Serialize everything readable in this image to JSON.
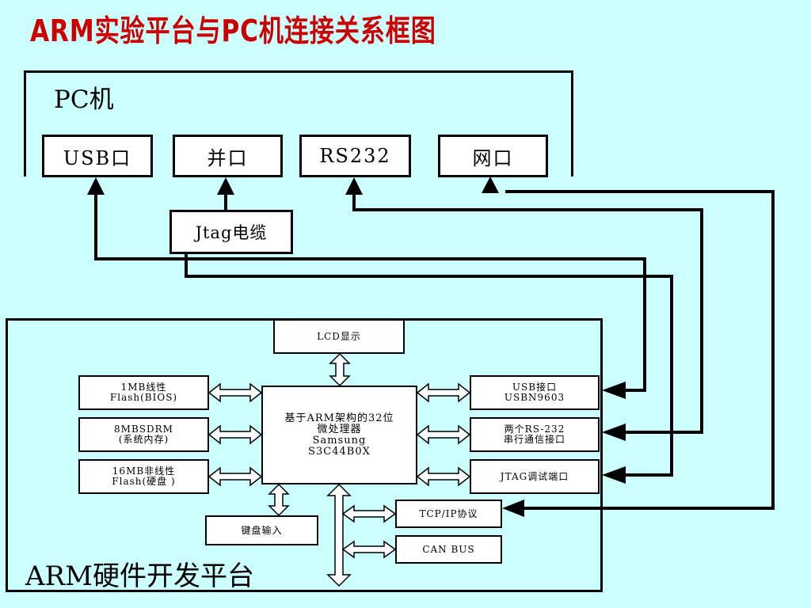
{
  "title": "ARM实验平台与PC机连接关系框图",
  "pc": {
    "label": "PC机",
    "ports": {
      "usb": "USB口",
      "parallel": "并口",
      "rs232": "RS232",
      "net": "网口"
    },
    "jtag_cable": "Jtag电缆"
  },
  "arm": {
    "label": "ARM硬件开发平台",
    "lcd": "LCD显示",
    "flash_bios": [
      "1MB线性",
      "Flash(BIOS)"
    ],
    "sdram": [
      "8MBSDRM",
      "(系统内存)"
    ],
    "flash_disk": [
      "16MB非线性",
      "Flash(硬盘 )"
    ],
    "cpu": [
      "基于ARM架构的32位",
      "微处理器",
      "Samsung",
      "S3C44B0X"
    ],
    "usb_if": [
      "USB接口",
      "USBN9603"
    ],
    "serial_if": [
      "两个RS-232",
      "串行通信接口"
    ],
    "jtag_port": "JTAG调试端口",
    "tcpip": "TCP/IP协议",
    "can": "CAN BUS",
    "keyboard": "键盘输入"
  }
}
